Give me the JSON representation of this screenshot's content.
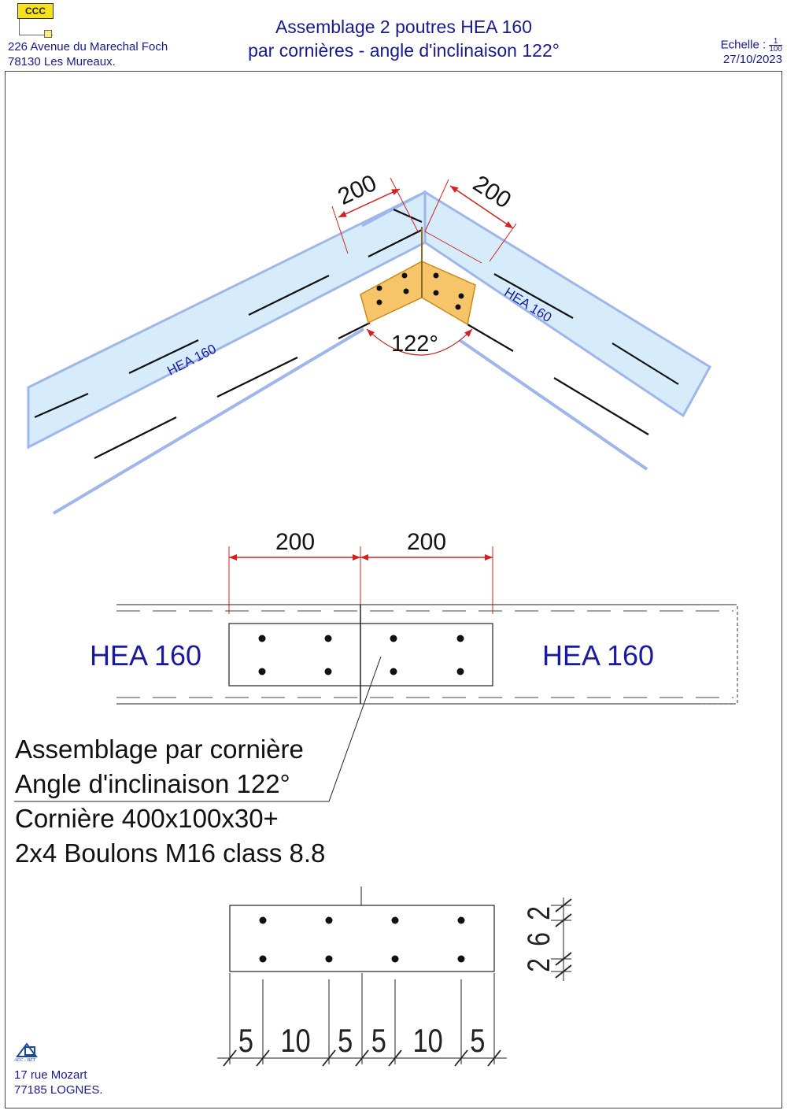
{
  "header": {
    "logo_text": "CCC",
    "address_line1": "226 Avenue du Marechal Foch",
    "address_line2": "78130 Les Mureaux.",
    "title_line1": "Assemblage 2 poutres HEA 160",
    "title_line2": "par cornières - angle d'inclinaison 122°",
    "scale_label": "Echelle :",
    "scale_num": "1",
    "scale_den": "100",
    "date": "27/10/2023"
  },
  "top_view": {
    "dim_left": "200",
    "dim_right": "200",
    "beam_left_label": "HEA 160",
    "beam_right_label": "HEA 160",
    "angle_label": "122°"
  },
  "elevation": {
    "dim_left": "200",
    "dim_right": "200",
    "beam_left_label": "HEA 160",
    "beam_right_label": "HEA 160"
  },
  "notes": {
    "line1": "Assemblage par cornière",
    "line2": "Angle d'inclinaison 122°",
    "line3": "Cornière 400x100x30+",
    "line4": "2x4 Boulons M16 class 8.8"
  },
  "plate_detail": {
    "dims_h": [
      "5",
      "10",
      "5",
      "5",
      "10",
      "5"
    ],
    "dims_v": [
      "2",
      "6",
      "2"
    ]
  },
  "footer": {
    "logo_caption": "AEC - BET",
    "address_line1": "17 rue Mozart",
    "address_line2": "77185 LOGNES."
  },
  "colors": {
    "title_blue": "#1a1a8c",
    "beam_fill": "#d6ecfb",
    "beam_edge": "#9fb6ea",
    "plate_fill": "#f6c56a",
    "dim_red": "#d42020"
  }
}
